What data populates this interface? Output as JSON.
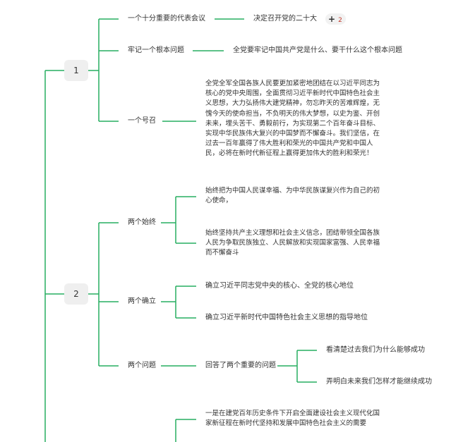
{
  "colors": {
    "line": "#27ae60",
    "box": "#efefef",
    "text": "#333333",
    "badge": "#c0392b"
  },
  "icons": {
    "expand": "plus-icon"
  },
  "groups": [
    {
      "label": "1",
      "children": [
        {
          "label": "一个十分重要的代表会议",
          "children": [
            {
              "label": "决定召开党的二十大",
              "badge": "2"
            }
          ]
        },
        {
          "label": "牢记一个根本问题",
          "children": [
            {
              "label": "全党要牢记中国共产党是什么、要干什么这个根本问题"
            }
          ]
        },
        {
          "label": "一个号召",
          "children": [
            {
              "label": "全党全军全国各族人民要更加紧密地团结在以习近平同志为核心的党中央周围，全面贯彻习近平新时代中国特色社会主义思想，大力弘扬伟大建党精神，勿忘昨天的苦难辉煌，无愧今天的使命担当，不负明天的伟大梦想，以史为鉴、开创未来，埋头苦干、勇毅前行，为实现第二个百年奋斗目标、实现中华民族伟大复兴的中国梦而不懈奋斗。我们坚信，在过去一百年赢得了伟大胜利和荣光的中国共产党和中国人民，必将在新时代新征程上赢得更加伟大的胜利和荣光！"
            }
          ]
        }
      ]
    },
    {
      "label": "2",
      "children": [
        {
          "label": "两个始终",
          "children": [
            {
              "label": "始终把为中国人民谋幸福、为中华民族谋复兴作为自己的初心使命，"
            },
            {
              "label": "始终坚持共产主义理想和社会主义信念，团结带领全国各族人民为争取民族独立、人民解放和实现国家富强、人民幸福而不懈奋斗"
            }
          ]
        },
        {
          "label": "两个确立",
          "children": [
            {
              "label": "确立习近平同志党中央的核心、全党的核心地位"
            },
            {
              "label": "确立习近平新时代中国特色社会主义思想的指导地位"
            }
          ]
        },
        {
          "label": "两个问题",
          "children": [
            {
              "label": "回答了两个重要的问题",
              "children": [
                {
                  "label": "看清楚过去我们为什么能够成功"
                },
                {
                  "label": "弄明白未来我们怎样才能继续成功"
                }
              ]
            }
          ]
        }
      ]
    },
    {
      "children": [
        {
          "children": [
            {
              "label": "一是在建党百年历史条件下开启全面建设社会主义现代化国家新征程在新时代坚持和发展中国特色社会主义的需要"
            }
          ]
        }
      ]
    }
  ]
}
